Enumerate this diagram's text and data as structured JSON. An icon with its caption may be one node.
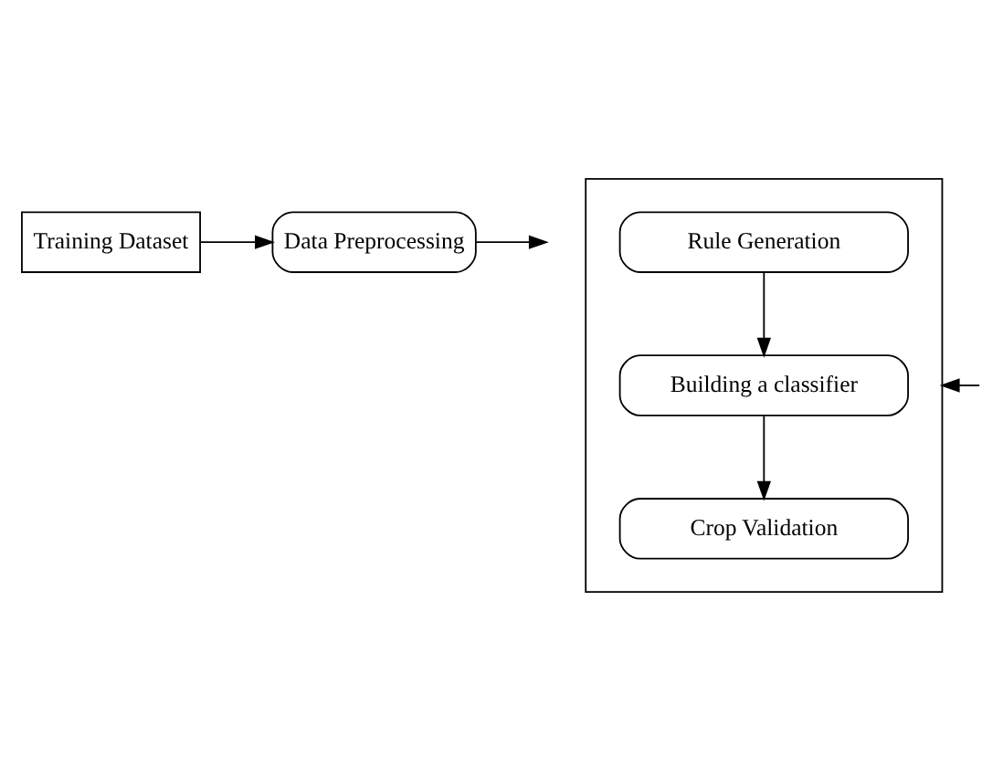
{
  "diagram": {
    "nodes": [
      {
        "text": [
          "Training Dataset"
        ]
      },
      {
        "text": [
          "Data Preprocessing"
        ]
      },
      {
        "text": [],
        "shape": "box"
      },
      {
        "text": [
          "Rule Generation"
        ],
        "in": 2
      },
      {
        "text": [
          "Building a classifier"
        ],
        "in": 2
      },
      {
        "text": [
          "Crop Validation"
        ],
        "in": 2
      }
    ],
    "edges": [
      {
        "from": 0,
        "to": 1,
        "arrow": "to"
      },
      {
        "from": 1,
        "to": null,
        "arrow": "to"
      },
      {
        "from": null,
        "to": 2,
        "arrow": "to"
      },
      {
        "from": 3,
        "to": 4,
        "arrow": "to"
      },
      {
        "from": 4,
        "to": 5,
        "arrow": "to"
      }
    ]
  }
}
